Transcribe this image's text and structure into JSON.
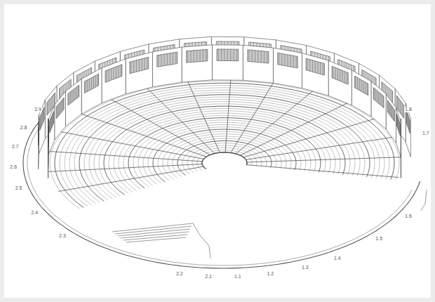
{
  "diagram": {
    "labels": [
      "2.9",
      "2.8",
      "2.7",
      "2.6",
      "2.5",
      "2.4",
      "2.3",
      "2.2",
      "2.1",
      "1.1",
      "1.2",
      "1.3",
      "1.4",
      "1.5",
      "1.6",
      "1.7",
      "1.8"
    ]
  }
}
